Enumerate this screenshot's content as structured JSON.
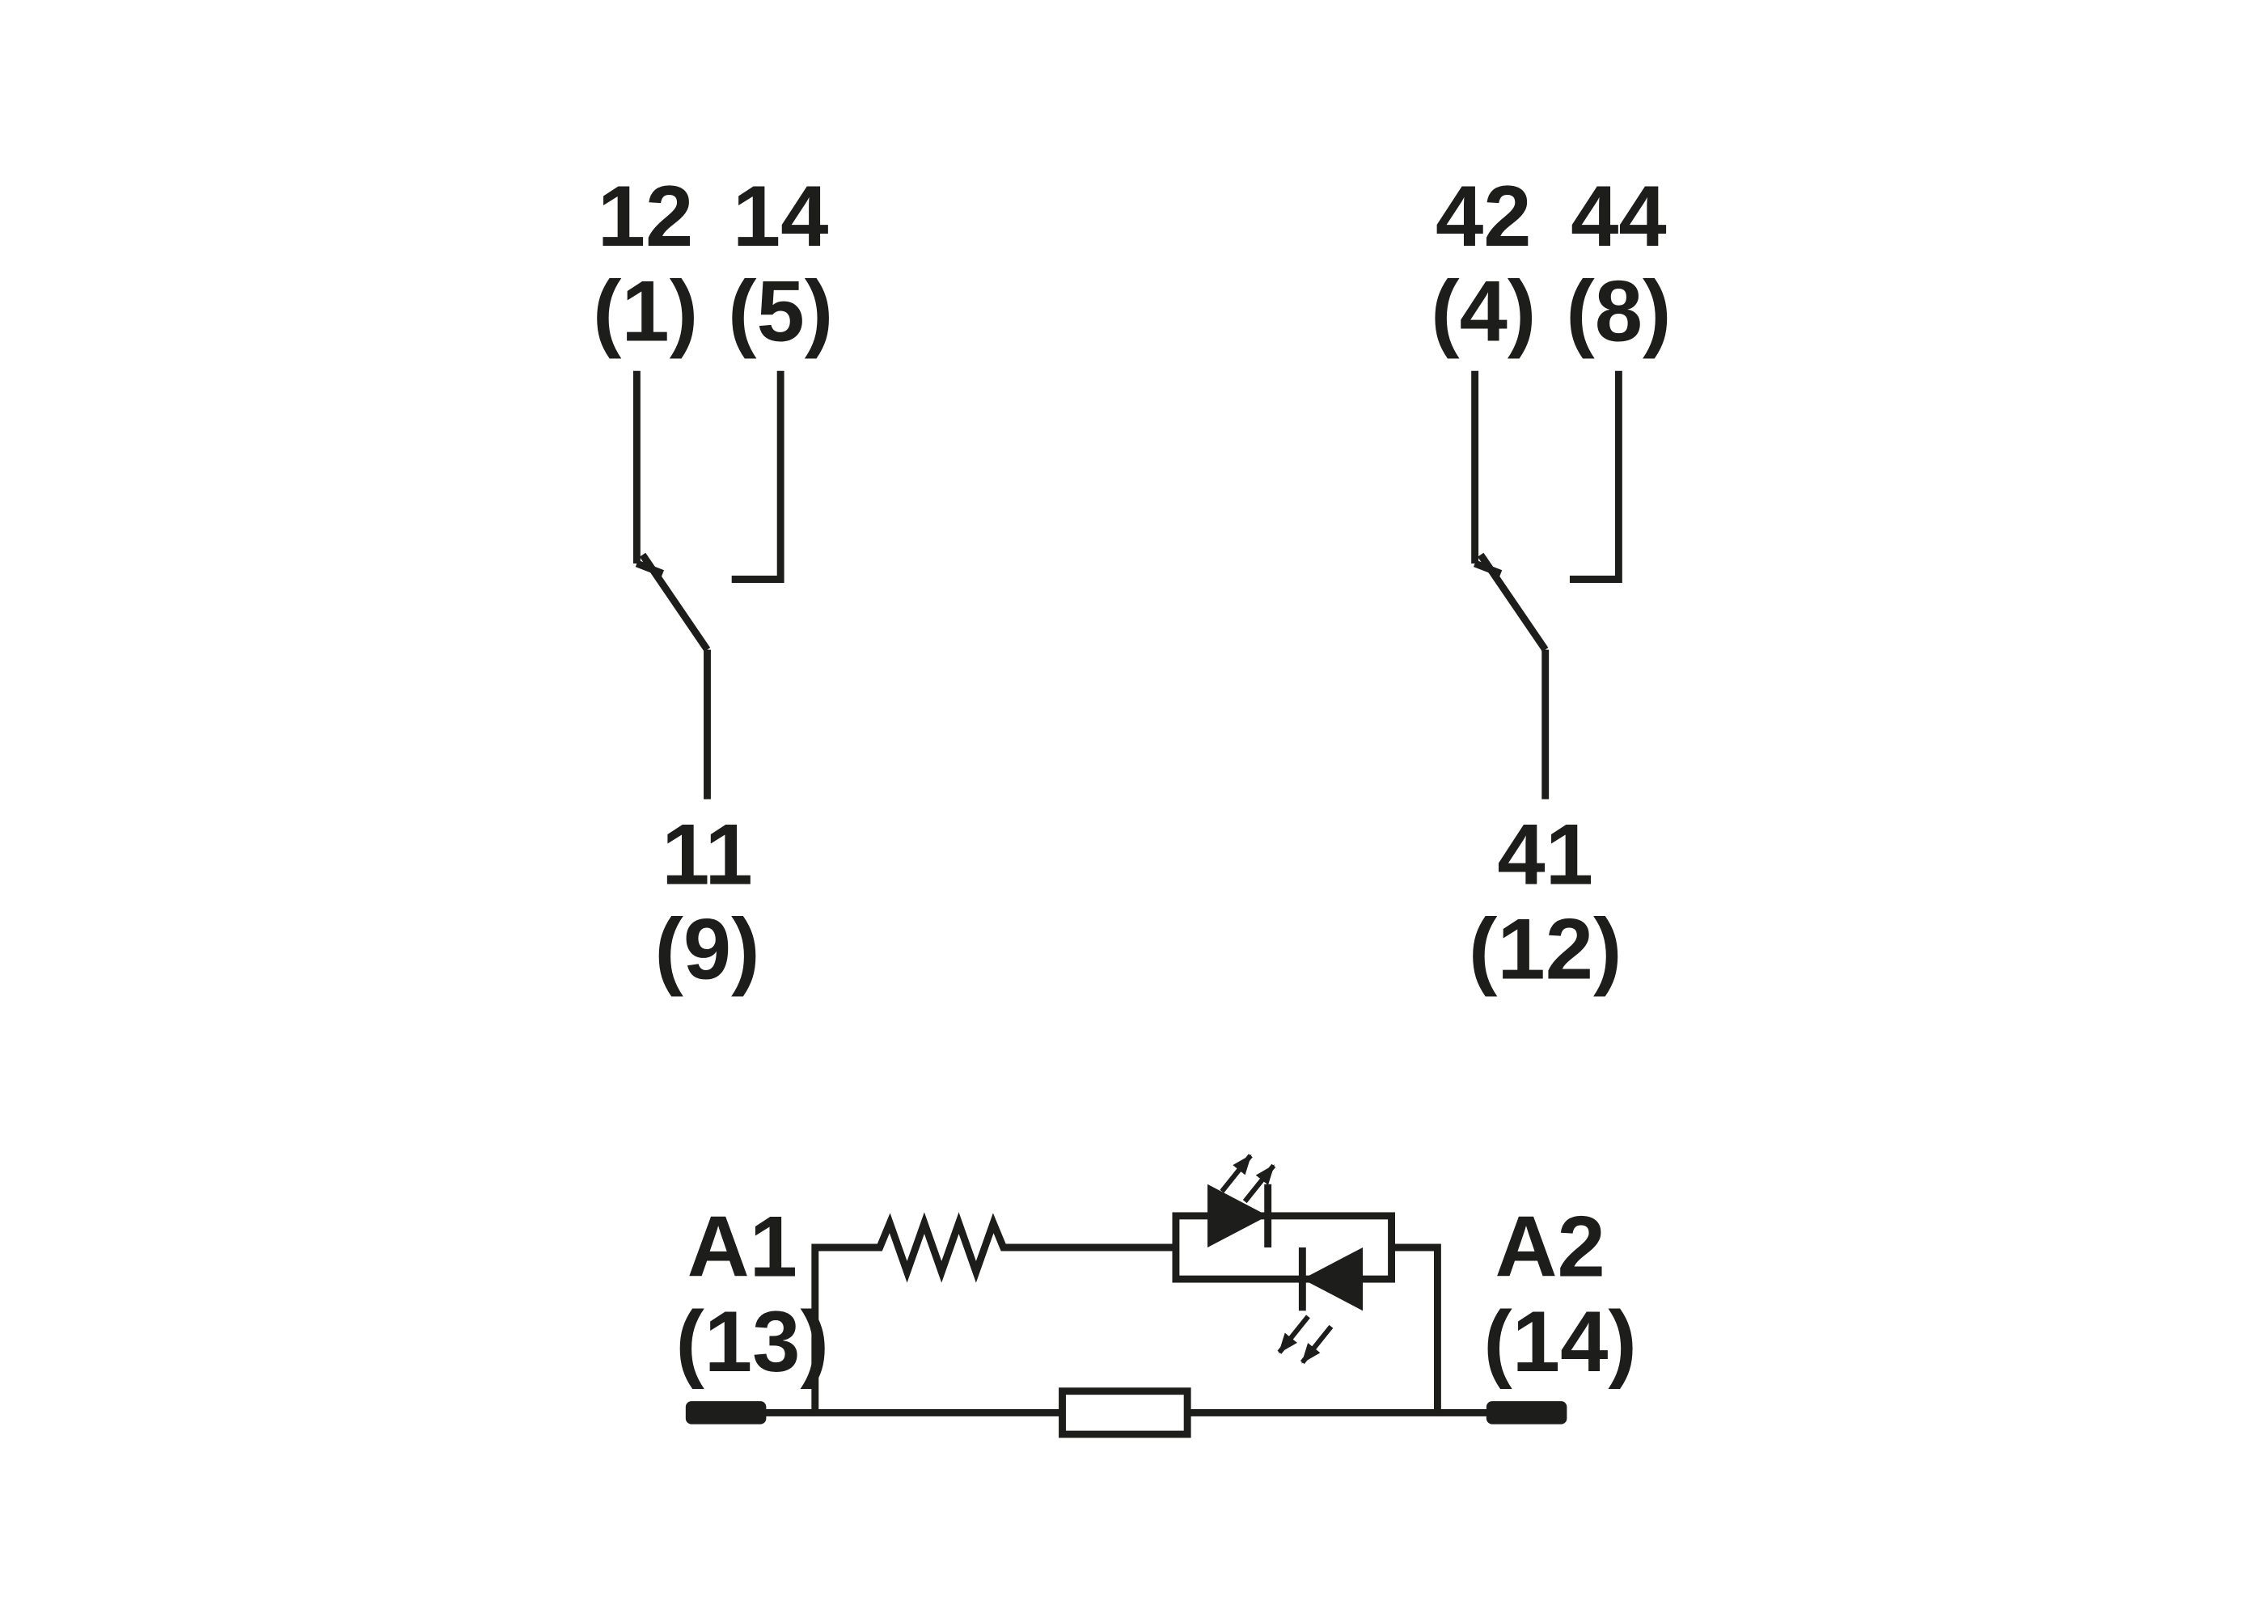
{
  "diagram": {
    "title": "relay-contact-and-coil-schematic",
    "background": "#ffffff",
    "line_color": "#1d1d1b",
    "contact_left": {
      "terminal_nc": "12",
      "terminal_no": "14",
      "terminal_nc_alt": "(1)",
      "terminal_no_alt": "(5)",
      "common": "11",
      "common_alt": "(9)"
    },
    "contact_right": {
      "terminal_nc": "42",
      "terminal_no": "44",
      "terminal_nc_alt": "(4)",
      "terminal_no_alt": "(8)",
      "common": "41",
      "common_alt": "(12)"
    },
    "coil": {
      "terminal_a1": "A1",
      "terminal_a1_alt": "(13)",
      "terminal_a2": "A2",
      "terminal_a2_alt": "(14)"
    }
  }
}
